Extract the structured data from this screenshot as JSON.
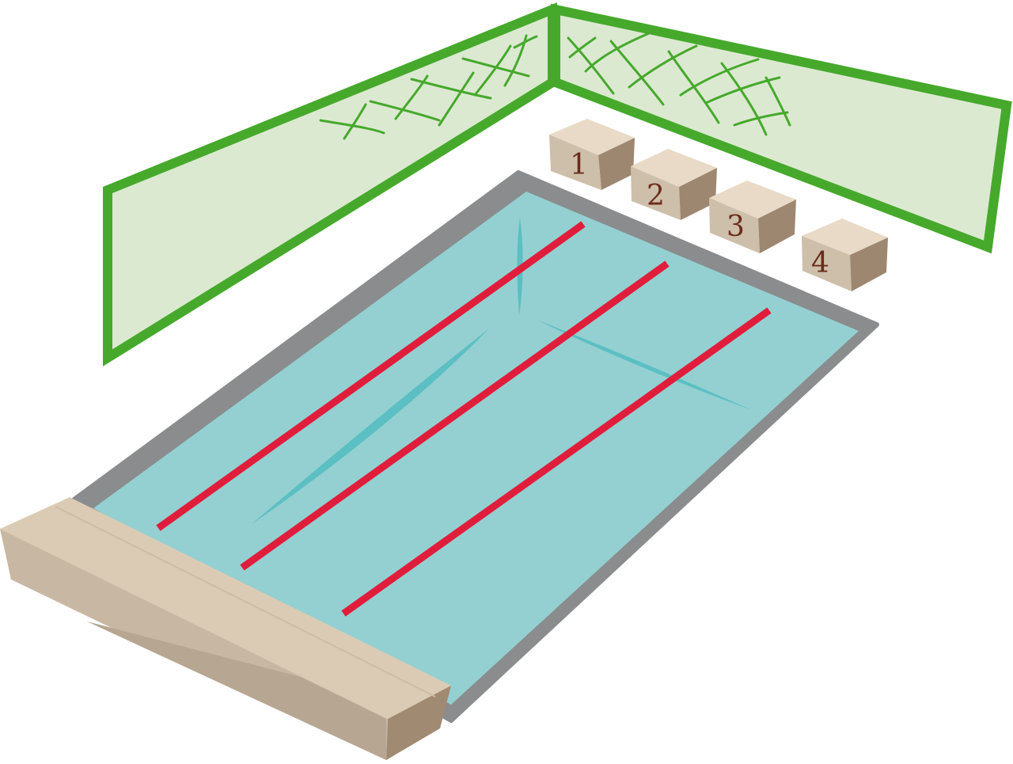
{
  "scene": {
    "description_name": "swimming-pool-illustration"
  },
  "colors": {
    "background": "#ffffff",
    "fence_frame": "#46a92c",
    "fence_panel": "#dce9d1",
    "fence_mesh": "#46a92c",
    "pool_rim": "#8a8c8e",
    "pool_water": "#94d0d1",
    "water_ripple": "#5bbfc3",
    "lane_rope": "#e11d3c",
    "block_top": "#e8dac6",
    "block_front": "#cdbfaa",
    "block_side": "#9e8770",
    "block_number": "#6b2b1a",
    "deck_top": "#dccbb4",
    "deck_front": "#c8b8a3",
    "deck_shadow": "#b7a692",
    "deck_end": "#a08a72"
  },
  "starting_blocks": [
    {
      "number": "1"
    },
    {
      "number": "2"
    },
    {
      "number": "3"
    },
    {
      "number": "4"
    }
  ],
  "lane_ropes": 3
}
